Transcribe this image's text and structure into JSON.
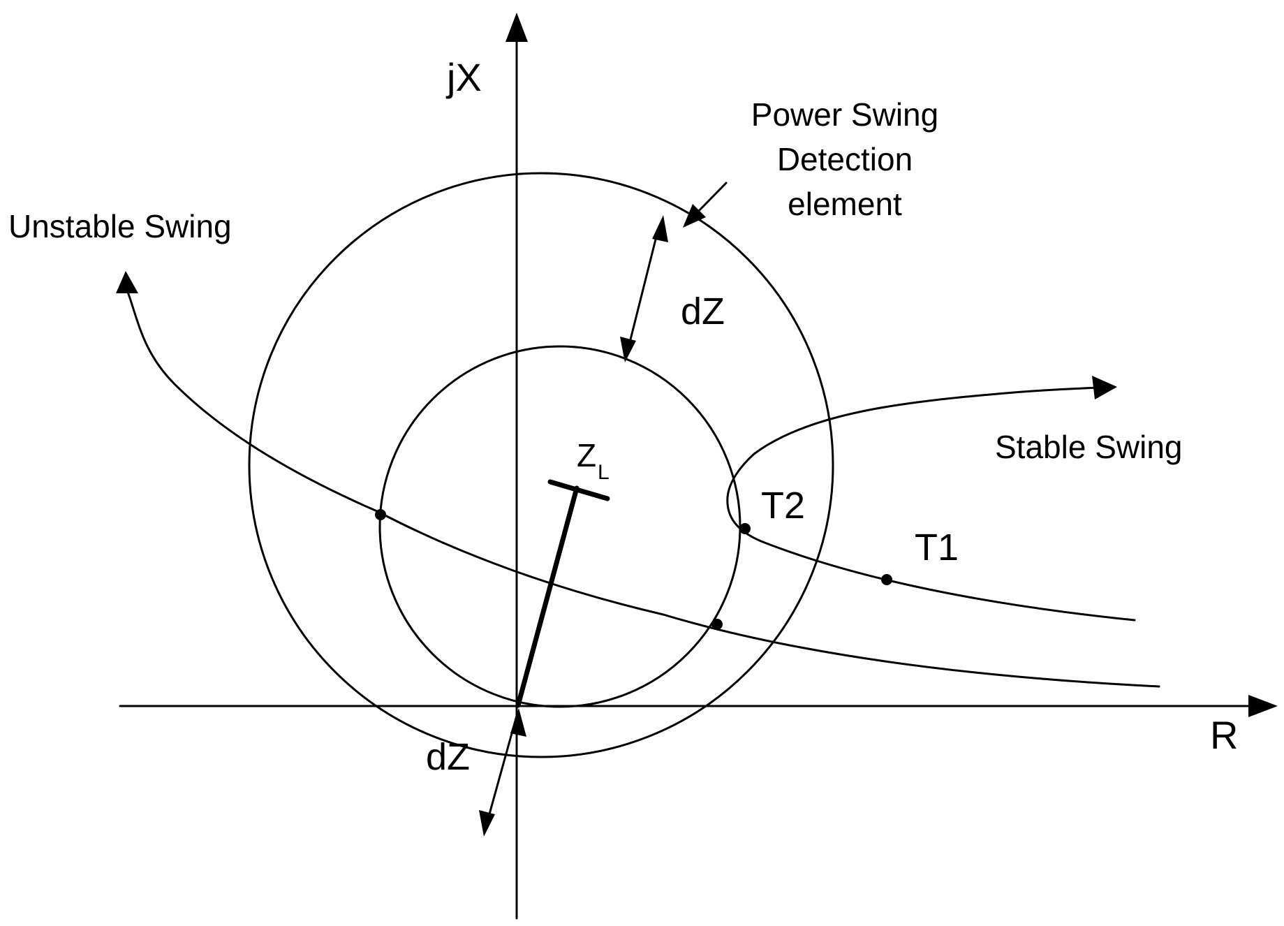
{
  "axes": {
    "imaginary_label": "jX",
    "real_label": "R"
  },
  "labels": {
    "power_swing_line1": "Power Swing",
    "power_swing_line2": "Detection",
    "power_swing_line3": "element",
    "unstable_swing": "Unstable Swing",
    "stable_swing": "Stable Swing",
    "dz_upper": "dZ",
    "dz_lower": "dZ",
    "zl_main": "Z",
    "zl_sub": "L",
    "t1": "T1",
    "t2": "T2"
  },
  "colors": {
    "stroke": "#000000",
    "background": "#ffffff"
  }
}
